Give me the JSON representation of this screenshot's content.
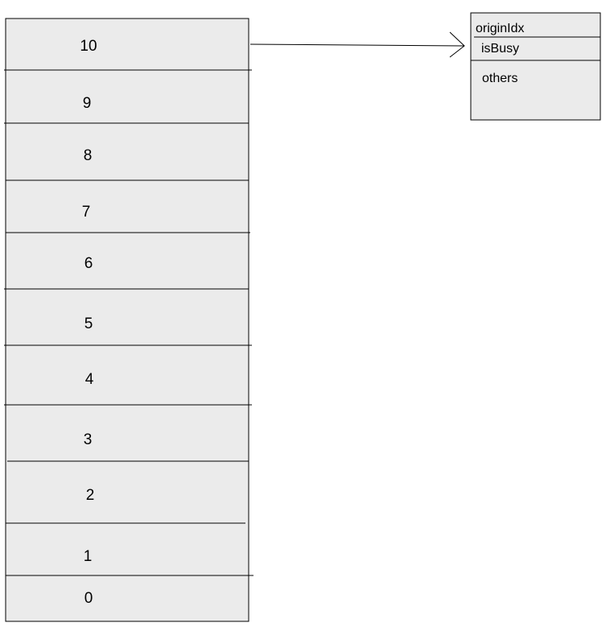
{
  "colors": {
    "fill": "#ebebeb",
    "stroke": "#000000",
    "background": "#ffffff"
  },
  "stack": {
    "cells": [
      {
        "label": "10"
      },
      {
        "label": "9"
      },
      {
        "label": "8"
      },
      {
        "label": "7"
      },
      {
        "label": "6"
      },
      {
        "label": "5"
      },
      {
        "label": "4"
      },
      {
        "label": "3"
      },
      {
        "label": "2"
      },
      {
        "label": "1"
      },
      {
        "label": "0"
      }
    ]
  },
  "entry": {
    "fields": [
      {
        "label": "originIdx"
      },
      {
        "label": "isBusy"
      },
      {
        "label": "others"
      }
    ]
  }
}
